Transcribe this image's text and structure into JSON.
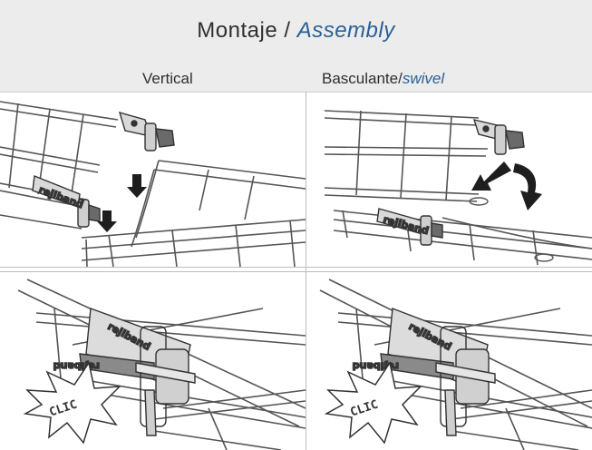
{
  "header": {
    "title_es": "Montaje",
    "title_sep": " / ",
    "title_en": "Assembly"
  },
  "columns": {
    "vertical": {
      "label": "Vertical"
    },
    "swivel": {
      "label_es": "Basculante/",
      "label_en": "swivel"
    }
  },
  "illustrations": {
    "clic_text": "CLIC",
    "brand_text": "rejiband"
  },
  "colors": {
    "header_bg": "#ececec",
    "title_text": "#2f2f2f",
    "accent_italic": "#2a5f96",
    "line": "#555555",
    "divider": "#bdbdbd"
  }
}
